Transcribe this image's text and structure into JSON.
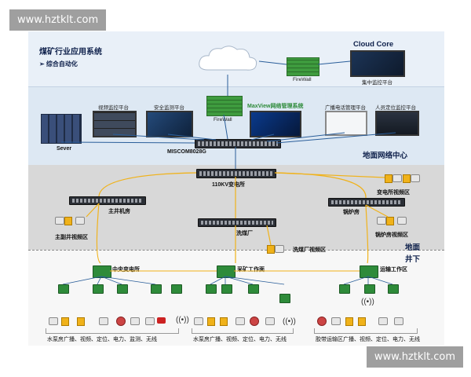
{
  "watermark": {
    "top": "www.hztklt.com",
    "bottom": "www.hztklt.com"
  },
  "header": {
    "title": "煤矿行业应用系统",
    "subtitle": "➢ 综合自动化"
  },
  "cloud": {
    "title": "Cloud Core",
    "firewall": "FireWall",
    "monitor_center": "集中监控平台"
  },
  "surface": {
    "sever": "Sever",
    "video": "视频监控平台",
    "safety": "安全监测平台",
    "firewall": "FireWall",
    "maxview": "MaxView网络管理系统",
    "broadcast": "广播电话管理平台",
    "personnel": "人员定位监控平台",
    "switch": "MISCOM8028G",
    "zone": "地面网络中心"
  },
  "substation": {
    "title": "110KV变电所",
    "sub_video": "变电所视频区",
    "main_room": "主井机房",
    "boiler": "锅炉房",
    "main_video": "主副井视频区",
    "boiler_video": "锅炉房视频区",
    "wash": "洗煤厂",
    "wash_video": "洗煤厂视频区"
  },
  "divider": {
    "ground": "地面",
    "under": "井下"
  },
  "underground": {
    "central": "中央变电所",
    "mining": "采矿工作面",
    "transport": "运输工作区",
    "foot1": "水泵房广播、视频、定位、电力、监测、无线",
    "foot2": "水泵房广播、视频、定位、电力、无线",
    "foot3": "胶带运输区广播、视频、定位、电力、无线"
  },
  "colors": {
    "link": "#f0b21a",
    "accent": "#0d1f4a",
    "surface_bg": "#dde8f3",
    "cloud_bg": "#e9f0f8",
    "mid_bg": "#d8d8d8"
  }
}
